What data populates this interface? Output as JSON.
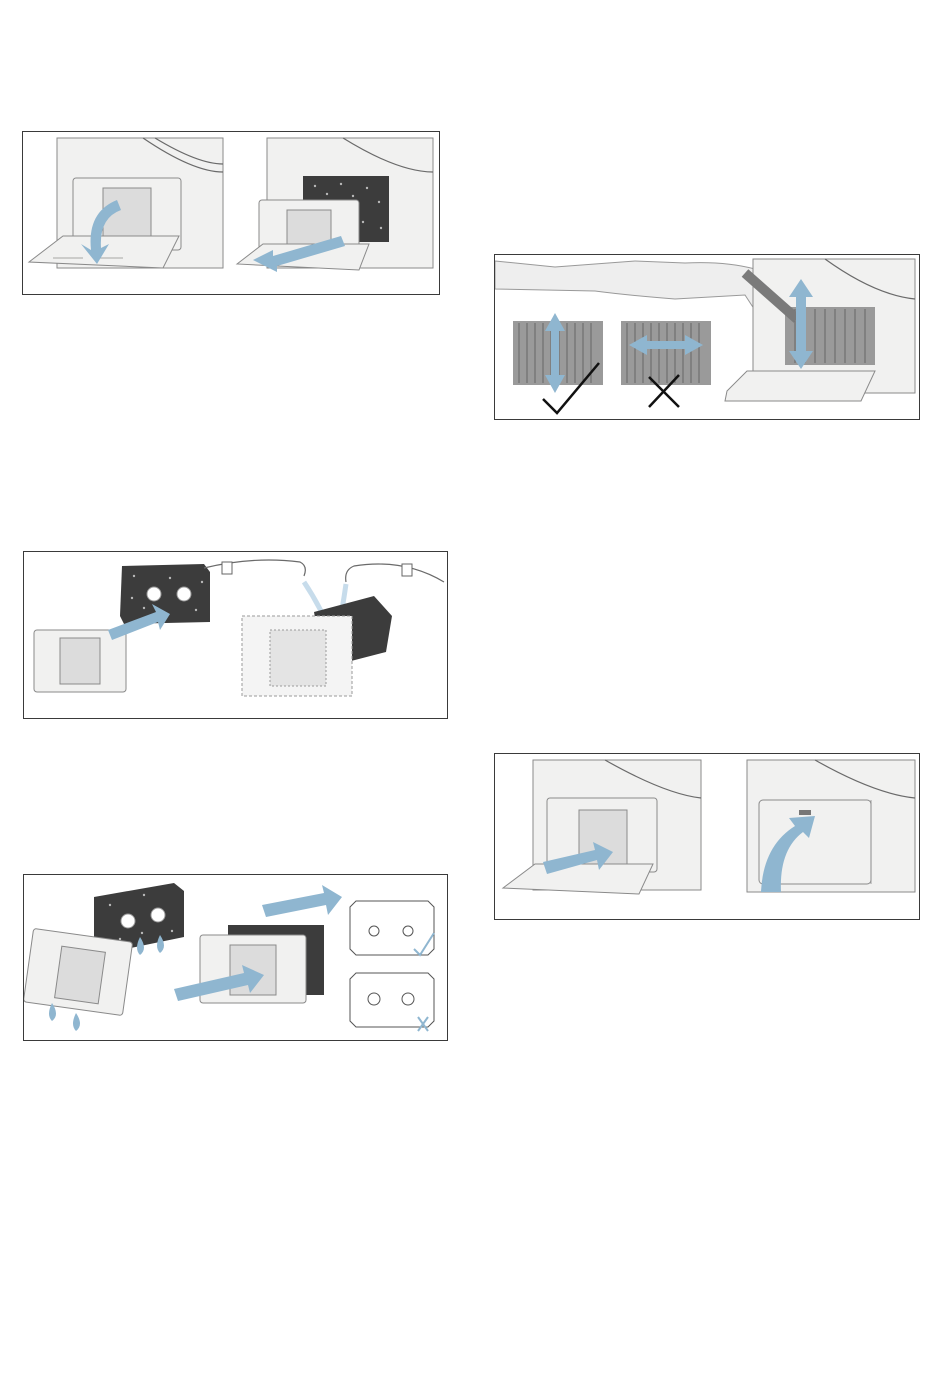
{
  "figures": [
    {
      "id": "remove-filter",
      "panels": [
        "open-flap",
        "pull-out-filter"
      ]
    },
    {
      "id": "wash-foam",
      "panels": [
        "remove-foam",
        "rinse-under-tap"
      ]
    },
    {
      "id": "reinsert-foam",
      "panels": [
        "insert-foam",
        "orientation-correct",
        "orientation-incorrect"
      ]
    },
    {
      "id": "clean-filter",
      "panels": [
        "vertical-ok",
        "horizontal-not-ok",
        "vacuum-vertical"
      ]
    },
    {
      "id": "refit-filter",
      "panels": [
        "push-in-filter",
        "close-flap"
      ]
    }
  ],
  "icons": [
    "arrow-icon",
    "check-icon",
    "cross-icon",
    "water-drop-icon",
    "tap-icon"
  ],
  "colors": {
    "arrow": "#8fb6d0",
    "border": "#3a3a3a",
    "foam": "#3c3c3c",
    "steel": "#f1f1f0"
  }
}
